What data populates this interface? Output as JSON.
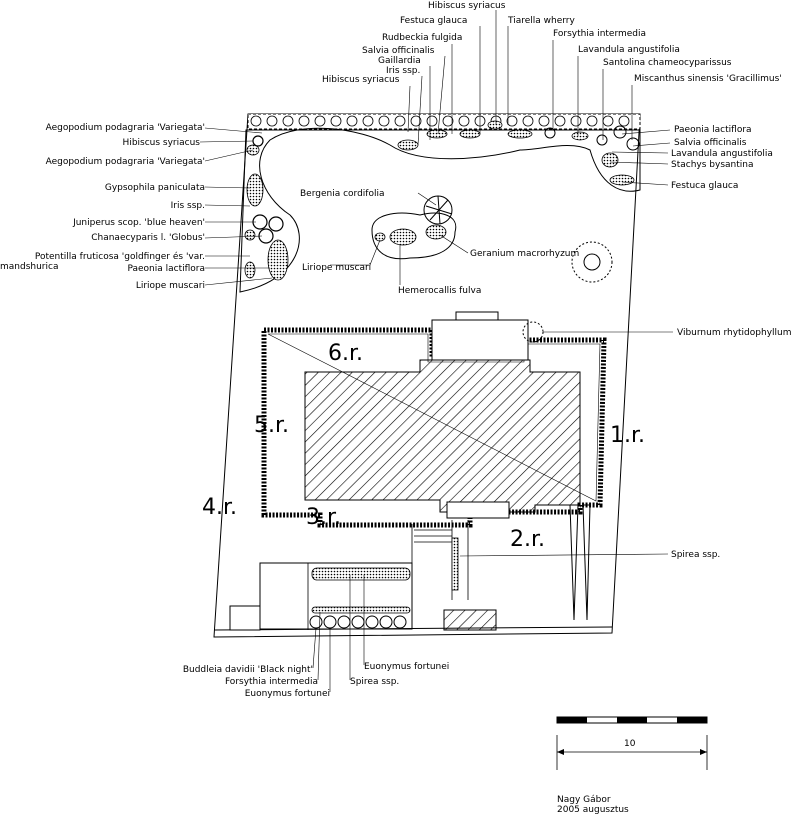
{
  "labels": {
    "left": [
      "Aegopodium podagraria 'Variegata'",
      "Hibiscus syriacus",
      "Aegopodium podagraria 'Variegata'",
      "Gypsophila paniculata",
      "Iris ssp.",
      "Juniperus scop. 'blue heaven'",
      "Chanaecyparis l. 'Globus'",
      "Potentilla fruticosa 'goldfinger és 'var.",
      "mandshurica",
      "Paeonia lactiflora",
      "Liriope muscari"
    ],
    "top": [
      "Hibiscus syriacus",
      "Festuca glauca",
      "Tiarella wherry",
      "Rudbeckia fulgida",
      "Forsythia intermedia",
      "Salvia officinalis",
      "Lavandula angustifolia",
      "Gaillardia",
      "Santolina chameocyparissus",
      "Iris ssp.",
      "Miscanthus sinensis 'Gracillimus'",
      "Hibiscus syriacus"
    ],
    "right": [
      "Paeonia lactiflora",
      "Salvia officinalis",
      "Lavandula angustifolia",
      "Stachys bysantina",
      "Festuca glauca",
      "Viburnum rhytidophyllum",
      "Spirea ssp."
    ],
    "middle": [
      "Bergenia cordifolia",
      "Liriope muscari",
      "Geranium macrorhyzum",
      "Hemerocallis fulva"
    ],
    "bottom": [
      "Euonymus fortunei",
      "Buddleia davidii 'Black night'",
      "Forsythia intermedia",
      "Spirea ssp.",
      "Euonymus fortunei"
    ]
  },
  "zones": [
    "6.r.",
    "5.r.",
    "1.r.",
    "4.r.",
    "3.r.",
    "2.r."
  ],
  "scale_label": "10",
  "author": "Nagy Gábor",
  "date": "2005 augusztus"
}
